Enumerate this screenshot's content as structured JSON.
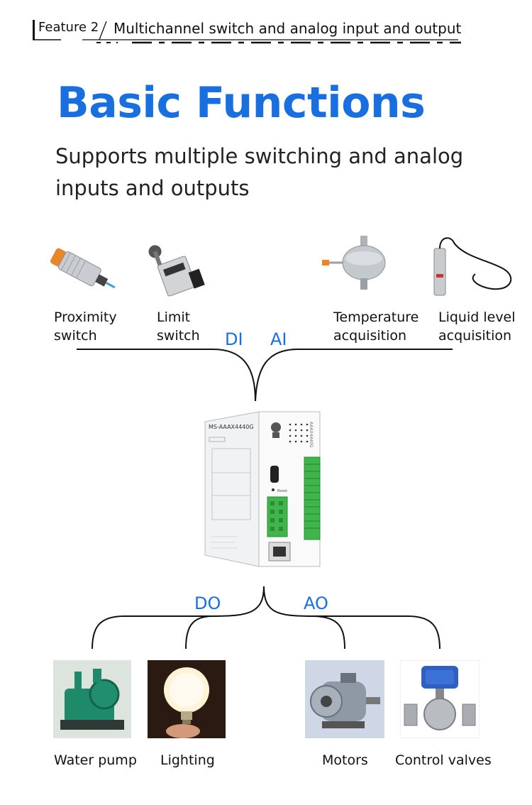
{
  "header": {
    "tag": "Feature 2",
    "title": "Multichannel switch and analog input and output"
  },
  "title": "Basic Functions",
  "subtitle_line1": "Supports multiple switching and analog",
  "subtitle_line2": "inputs and outputs",
  "inputs": [
    {
      "line1": "Proximity",
      "line2": "switch",
      "icon": "proximity-sensor-icon"
    },
    {
      "line1": "Limit",
      "line2": "switch",
      "icon": "limit-switch-icon"
    },
    {
      "line1": "Temperature",
      "line2": "acquisition",
      "icon": "load-cell-icon"
    },
    {
      "line1": "Liquid level",
      "line2": "acquisition",
      "icon": "level-sensor-icon"
    }
  ],
  "input_channels": {
    "di": "DI",
    "ai": "AI"
  },
  "output_channels": {
    "do": "DO",
    "ao": "AO"
  },
  "device": {
    "model": "MS-AAAX4440G",
    "side_label": "AAAX4440G",
    "reset_label": "Reset"
  },
  "outputs": [
    {
      "label": "Water pump",
      "icon": "water-pump-icon"
    },
    {
      "label": "Lighting",
      "icon": "light-bulb-icon"
    },
    {
      "label": "Motors",
      "icon": "motor-icon"
    },
    {
      "label": "Control valves",
      "icon": "control-valve-icon"
    }
  ],
  "colors": {
    "accent": "#1a6fe0",
    "terminal_green": "#3fb54a"
  }
}
